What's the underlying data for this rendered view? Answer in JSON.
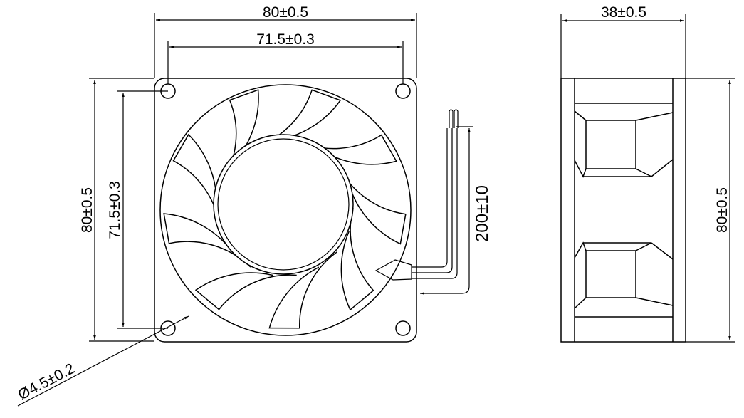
{
  "front_view": {
    "width_dim": "80±0.5",
    "hole_spacing_h_dim": "71.5±0.3",
    "height_dim": "80±0.5",
    "hole_spacing_v_dim": "71.5±0.3",
    "hole_diameter_dim": "Ø4.5±0.2",
    "lead_length_dim": "200±10",
    "blade_count": 9
  },
  "side_view": {
    "depth_dim": "38±0.5",
    "height_dim": "80±0.5"
  },
  "colors": {
    "line": "#000000",
    "background": "#ffffff"
  }
}
